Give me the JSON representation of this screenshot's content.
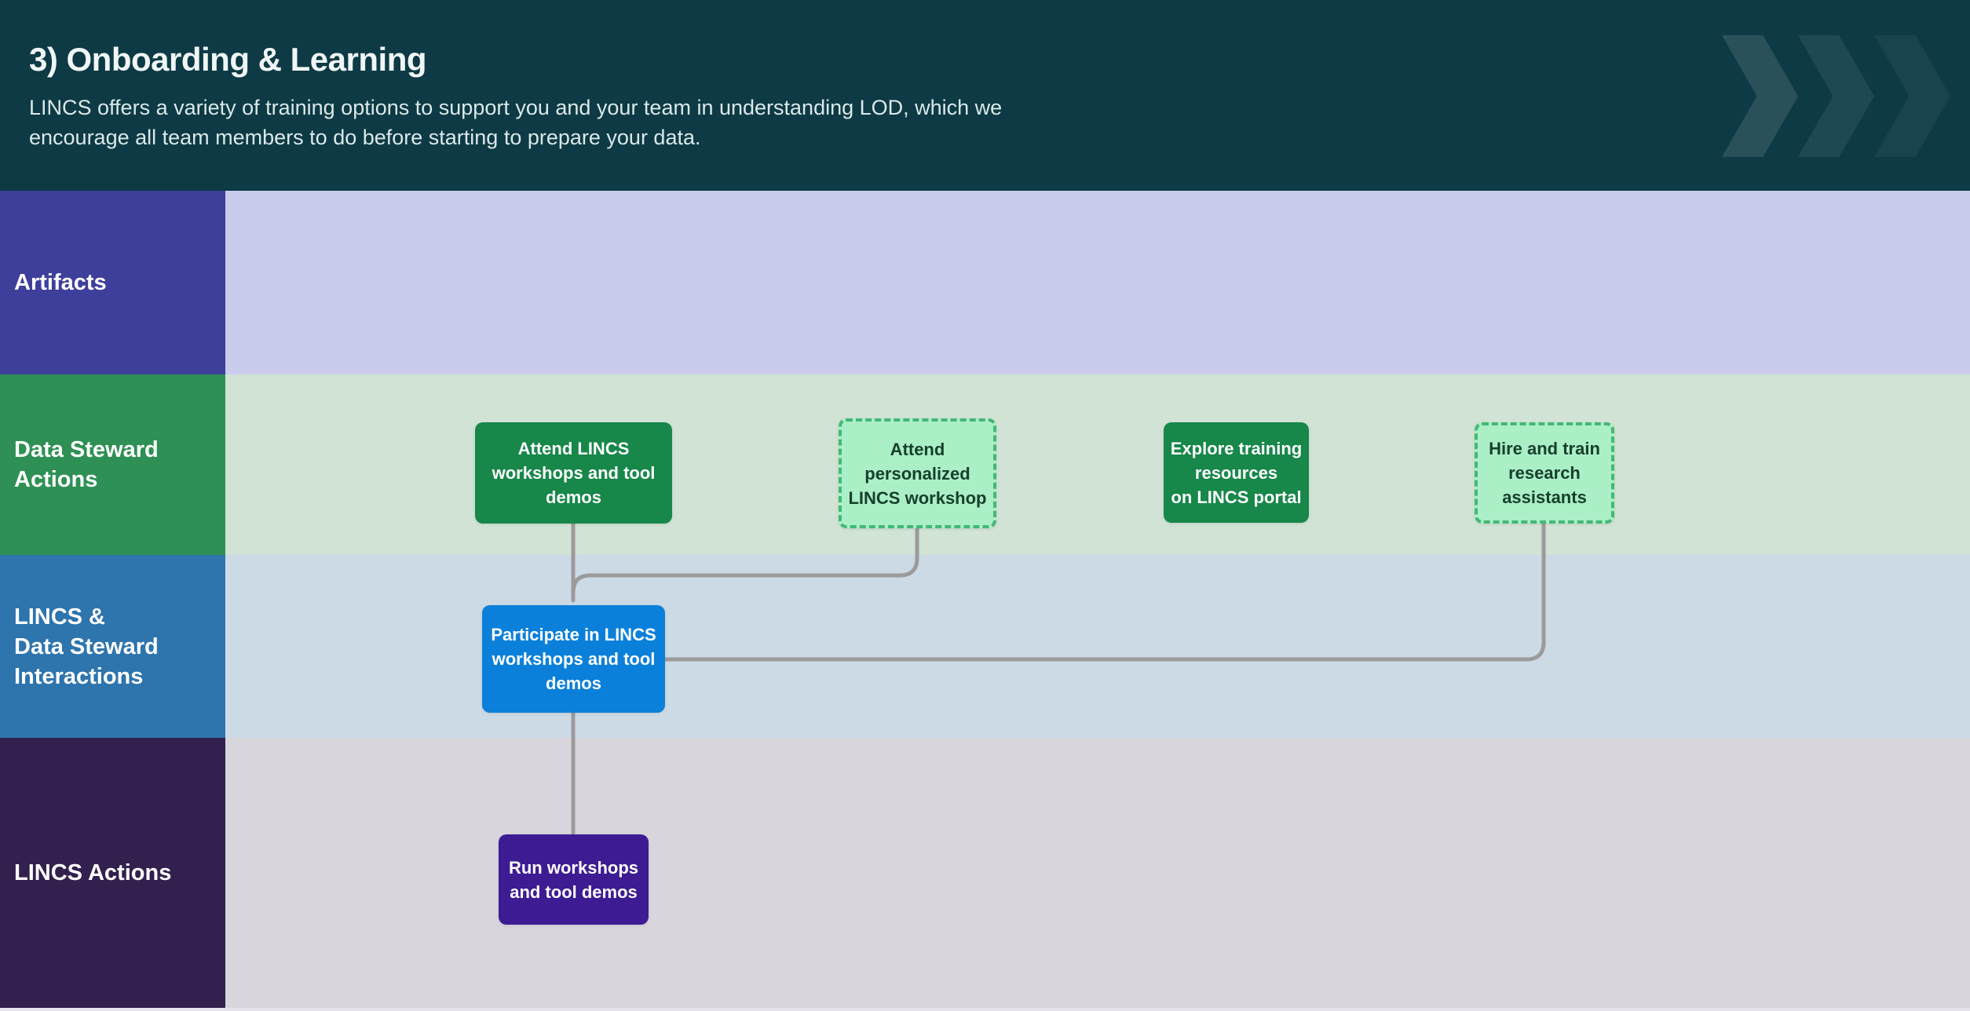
{
  "header": {
    "title": "3) Onboarding & Learning",
    "description": "LINCS offers a variety of training options to support you and your team in understanding LOD, which we encourage all team members to do before starting to prepare your data.",
    "background_color": "#0d3a44",
    "chevrons_icon_count": 3
  },
  "lanes": [
    {
      "id": "artifacts",
      "label": "Artifacts",
      "sidebar_color": "#3d3f9b",
      "band_color": "#caccee"
    },
    {
      "id": "data-steward-actions",
      "label": "Data Steward\nActions",
      "sidebar_color": "#2e9054",
      "band_color": "#d0e3d4"
    },
    {
      "id": "lincs-data-steward-interactions",
      "label": "LINCS &\nData Steward\nInteractions",
      "sidebar_color": "#2e74ad",
      "band_color": "#ccdae6"
    },
    {
      "id": "lincs-actions",
      "label": "LINCS Actions",
      "sidebar_color": "#32204e",
      "band_color": "#d8d5dc"
    }
  ],
  "nodes": [
    {
      "id": "attend-workshops",
      "lane": "data-steward-actions",
      "label": "Attend LINCS\nworkshops and tool\ndemos",
      "style": "solid",
      "color": "#17874a"
    },
    {
      "id": "attend-personalized",
      "lane": "data-steward-actions",
      "label": "Attend\npersonalized\nLINCS workshop",
      "style": "dashed",
      "color": "#abefc7",
      "border_color": "#43b875"
    },
    {
      "id": "explore-training",
      "lane": "data-steward-actions",
      "label": "Explore training\nresources\non LINCS portal",
      "style": "solid",
      "color": "#17874a"
    },
    {
      "id": "hire-train",
      "lane": "data-steward-actions",
      "label": "Hire and train\nresearch\nassistants",
      "style": "dashed",
      "color": "#abefc7",
      "border_color": "#43b875"
    },
    {
      "id": "participate",
      "lane": "lincs-data-steward-interactions",
      "label": "Participate in LINCS\nworkshops and tool\ndemos",
      "style": "solid",
      "color": "#0b80da"
    },
    {
      "id": "run-workshops",
      "lane": "lincs-actions",
      "label": "Run workshops\nand tool demos",
      "style": "solid",
      "color": "#3d1c93"
    }
  ],
  "connections": [
    {
      "from": "attend-workshops",
      "to": "participate"
    },
    {
      "from": "attend-personalized",
      "to": "participate"
    },
    {
      "from": "hire-train",
      "to": "participate"
    },
    {
      "from": "participate",
      "to": "run-workshops"
    }
  ],
  "diagram": {
    "connector_color": "#9b9b9b",
    "connector_width": "5"
  }
}
